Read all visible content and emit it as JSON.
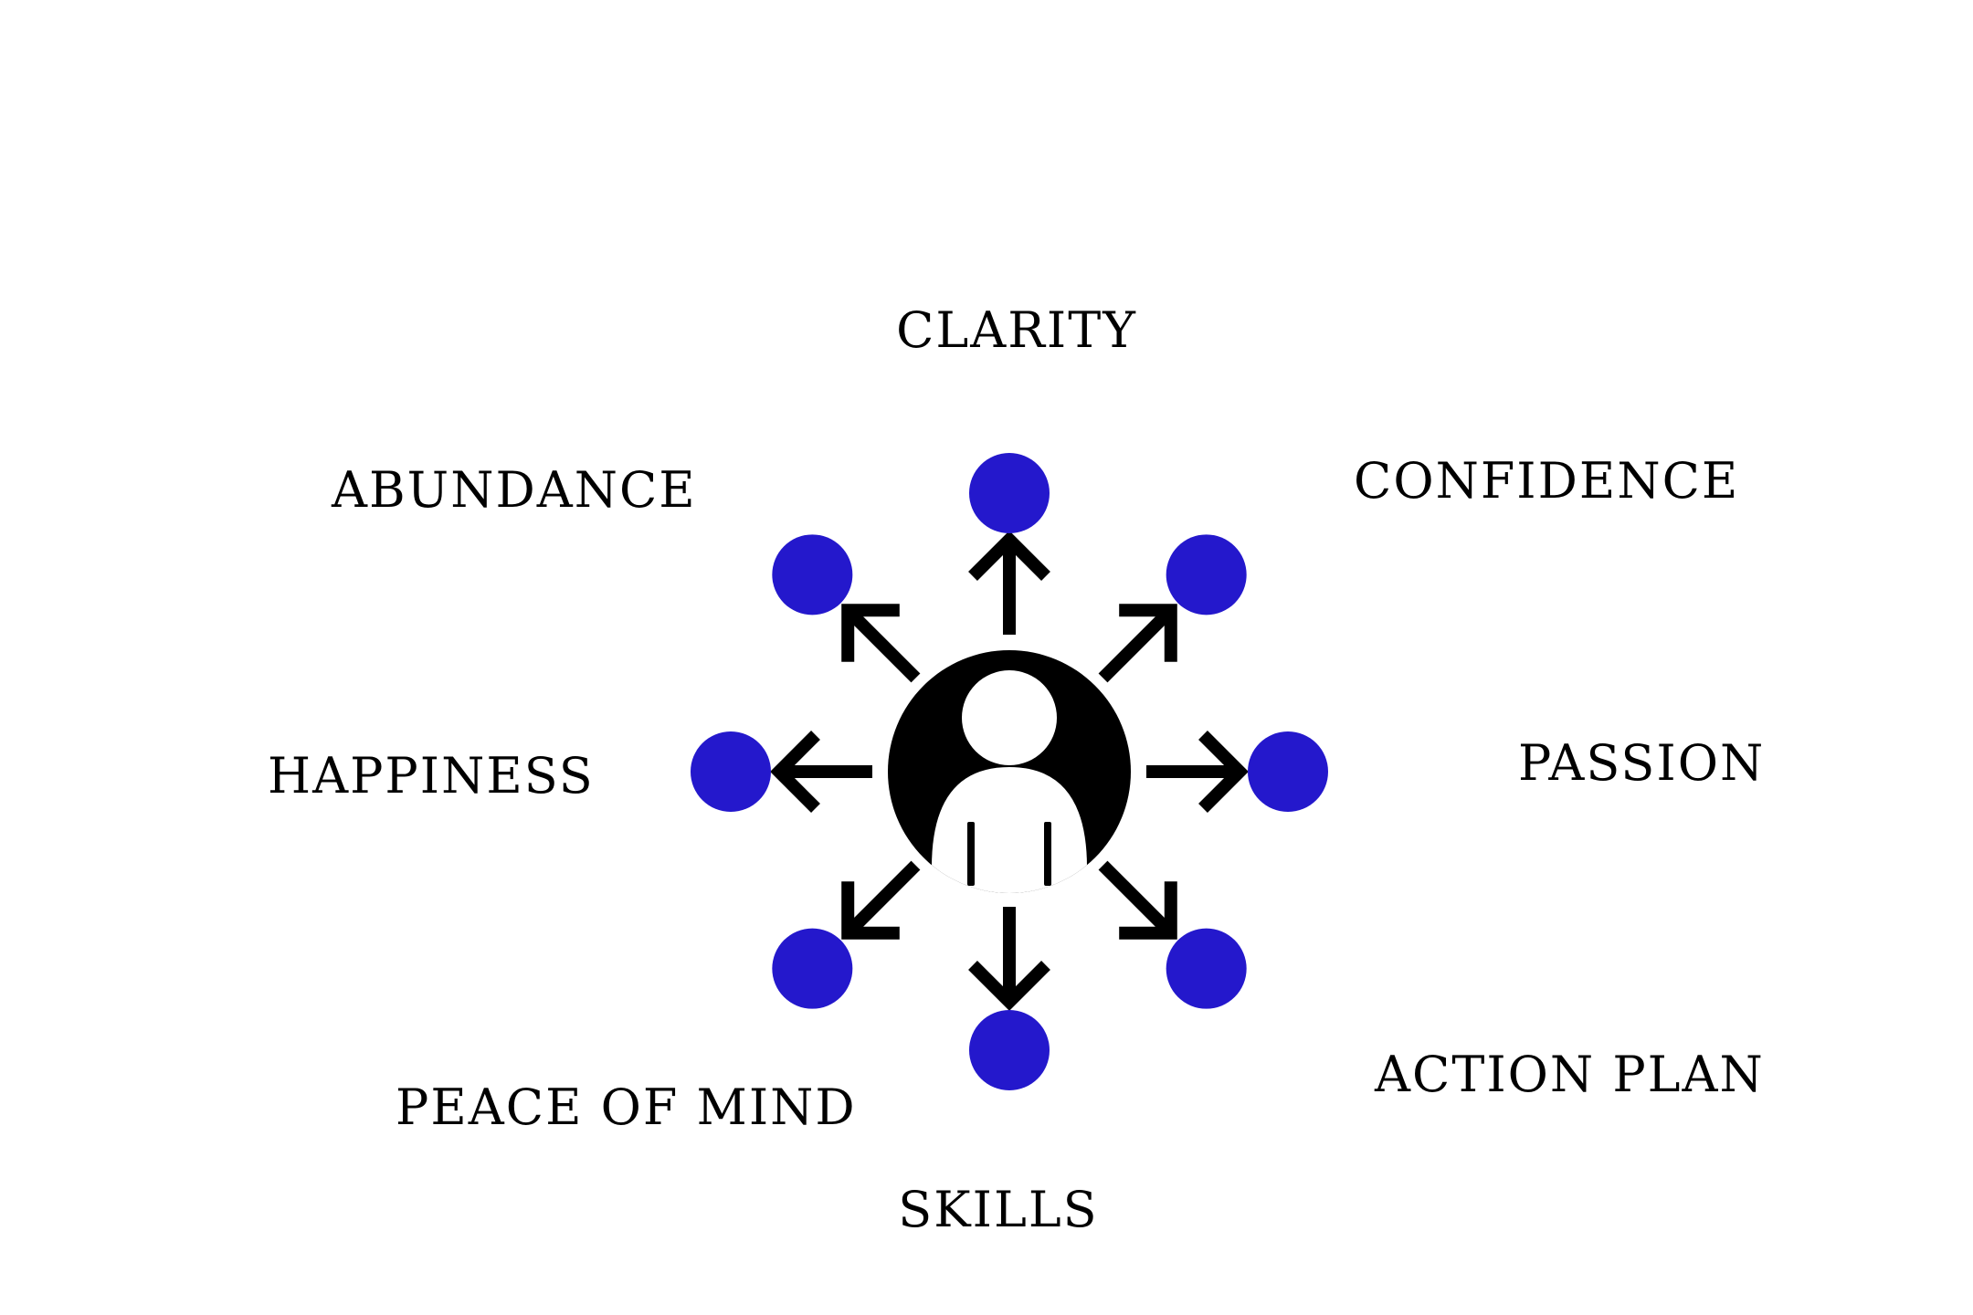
{
  "diagram": {
    "center_icon": "user-icon",
    "node_color": "#2418cc",
    "arrow_color": "#000000",
    "labels": {
      "top": "CLARITY",
      "top_right": "CONFIDENCE",
      "right": "PASSION",
      "bottom_right": "ACTION PLAN",
      "bottom": "SKILLS",
      "bottom_left": "PEACE OF MIND",
      "left": "HAPPINESS",
      "top_left": "ABUNDANCE"
    }
  }
}
